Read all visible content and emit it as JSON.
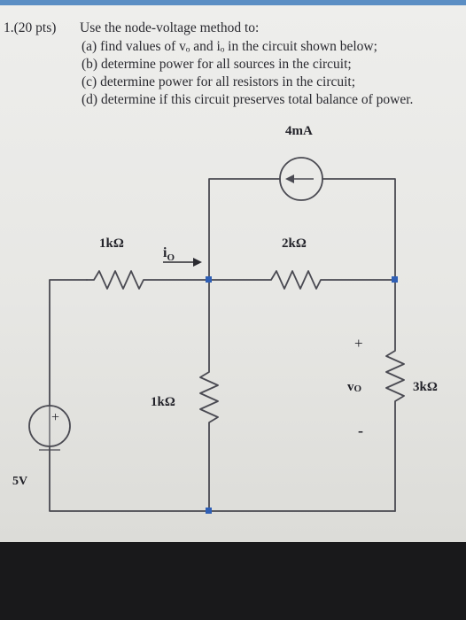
{
  "problem": {
    "number": "1.(20 pts)",
    "stem": "Use the node-voltage method to:",
    "items": [
      "(a) find values of vₒ and iₒ in the circuit shown below;",
      "(b) determine power for all sources in the circuit;",
      "(c) determine power for all resistors in the circuit;",
      "(d) determine if this circuit preserves total balance of power."
    ]
  },
  "circuit": {
    "current_source_label": "4mA",
    "resistor_left_top": "1kΩ",
    "current_label_main": "i",
    "current_label_sub": "O",
    "resistor_right_top": "2kΩ",
    "resistor_middle": "1kΩ",
    "vo_plus": "+",
    "vo_label_main": "v",
    "vo_label_sub": "O",
    "vo_minus": "-",
    "resistor_right": "3kΩ",
    "voltage_source_label": "5V",
    "source_plus": "+",
    "wire_color": "#4a4a52",
    "node_color": "#2f5fb5"
  }
}
